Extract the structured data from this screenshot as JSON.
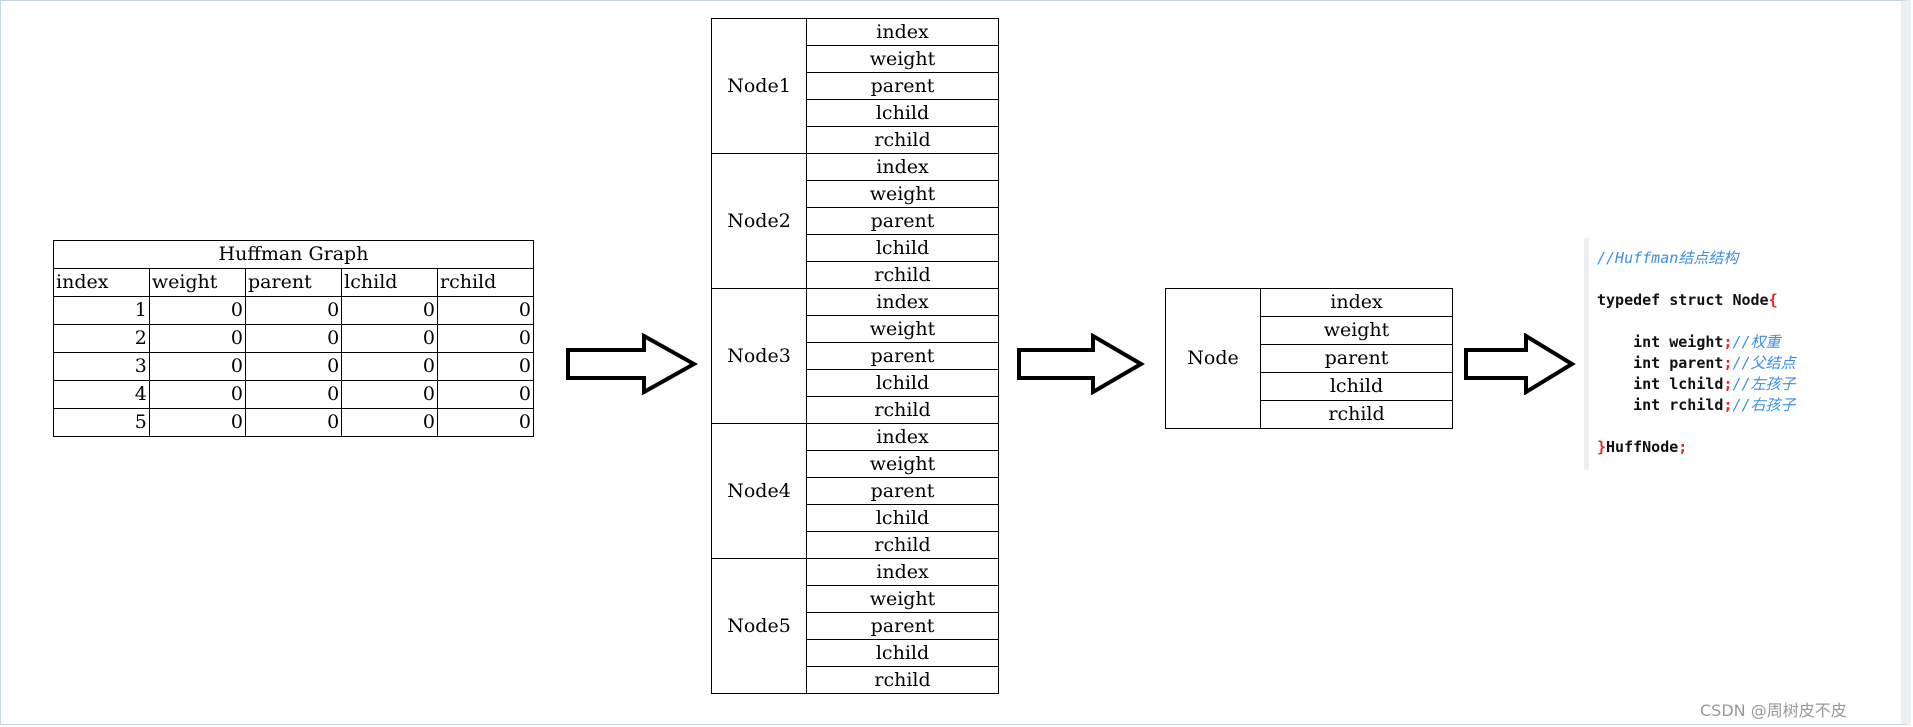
{
  "huffman_graph": {
    "title": "Huffman Graph",
    "headers": [
      "index",
      "weight",
      "parent",
      "lchild",
      "rchild"
    ],
    "rows": [
      [
        "1",
        "0",
        "0",
        "0",
        "0"
      ],
      [
        "2",
        "0",
        "0",
        "0",
        "0"
      ],
      [
        "3",
        "0",
        "0",
        "0",
        "0"
      ],
      [
        "4",
        "0",
        "0",
        "0",
        "0"
      ],
      [
        "5",
        "0",
        "0",
        "0",
        "0"
      ]
    ]
  },
  "node_list": {
    "nodes": [
      "Node1",
      "Node2",
      "Node3",
      "Node4",
      "Node5"
    ],
    "fields": [
      "index",
      "weight",
      "parent",
      "lchild",
      "rchild"
    ]
  },
  "node": {
    "name": "Node",
    "fields": [
      "index",
      "weight",
      "parent",
      "lchild",
      "rchild"
    ]
  },
  "code": {
    "comment": "//Huffman结点结构",
    "decl": "typedef struct Node",
    "open": "{",
    "members": [
      {
        "decl": "int weight",
        "comment": "//权重"
      },
      {
        "decl": "int parent",
        "comment": "//父结点"
      },
      {
        "decl": "int lchild",
        "comment": "//左孩子"
      },
      {
        "decl": "int rchild",
        "comment": "//右孩子"
      }
    ],
    "close": "}",
    "name": "HuffNode",
    "semi": ";"
  },
  "watermark": "CSDN @周树皮不皮"
}
